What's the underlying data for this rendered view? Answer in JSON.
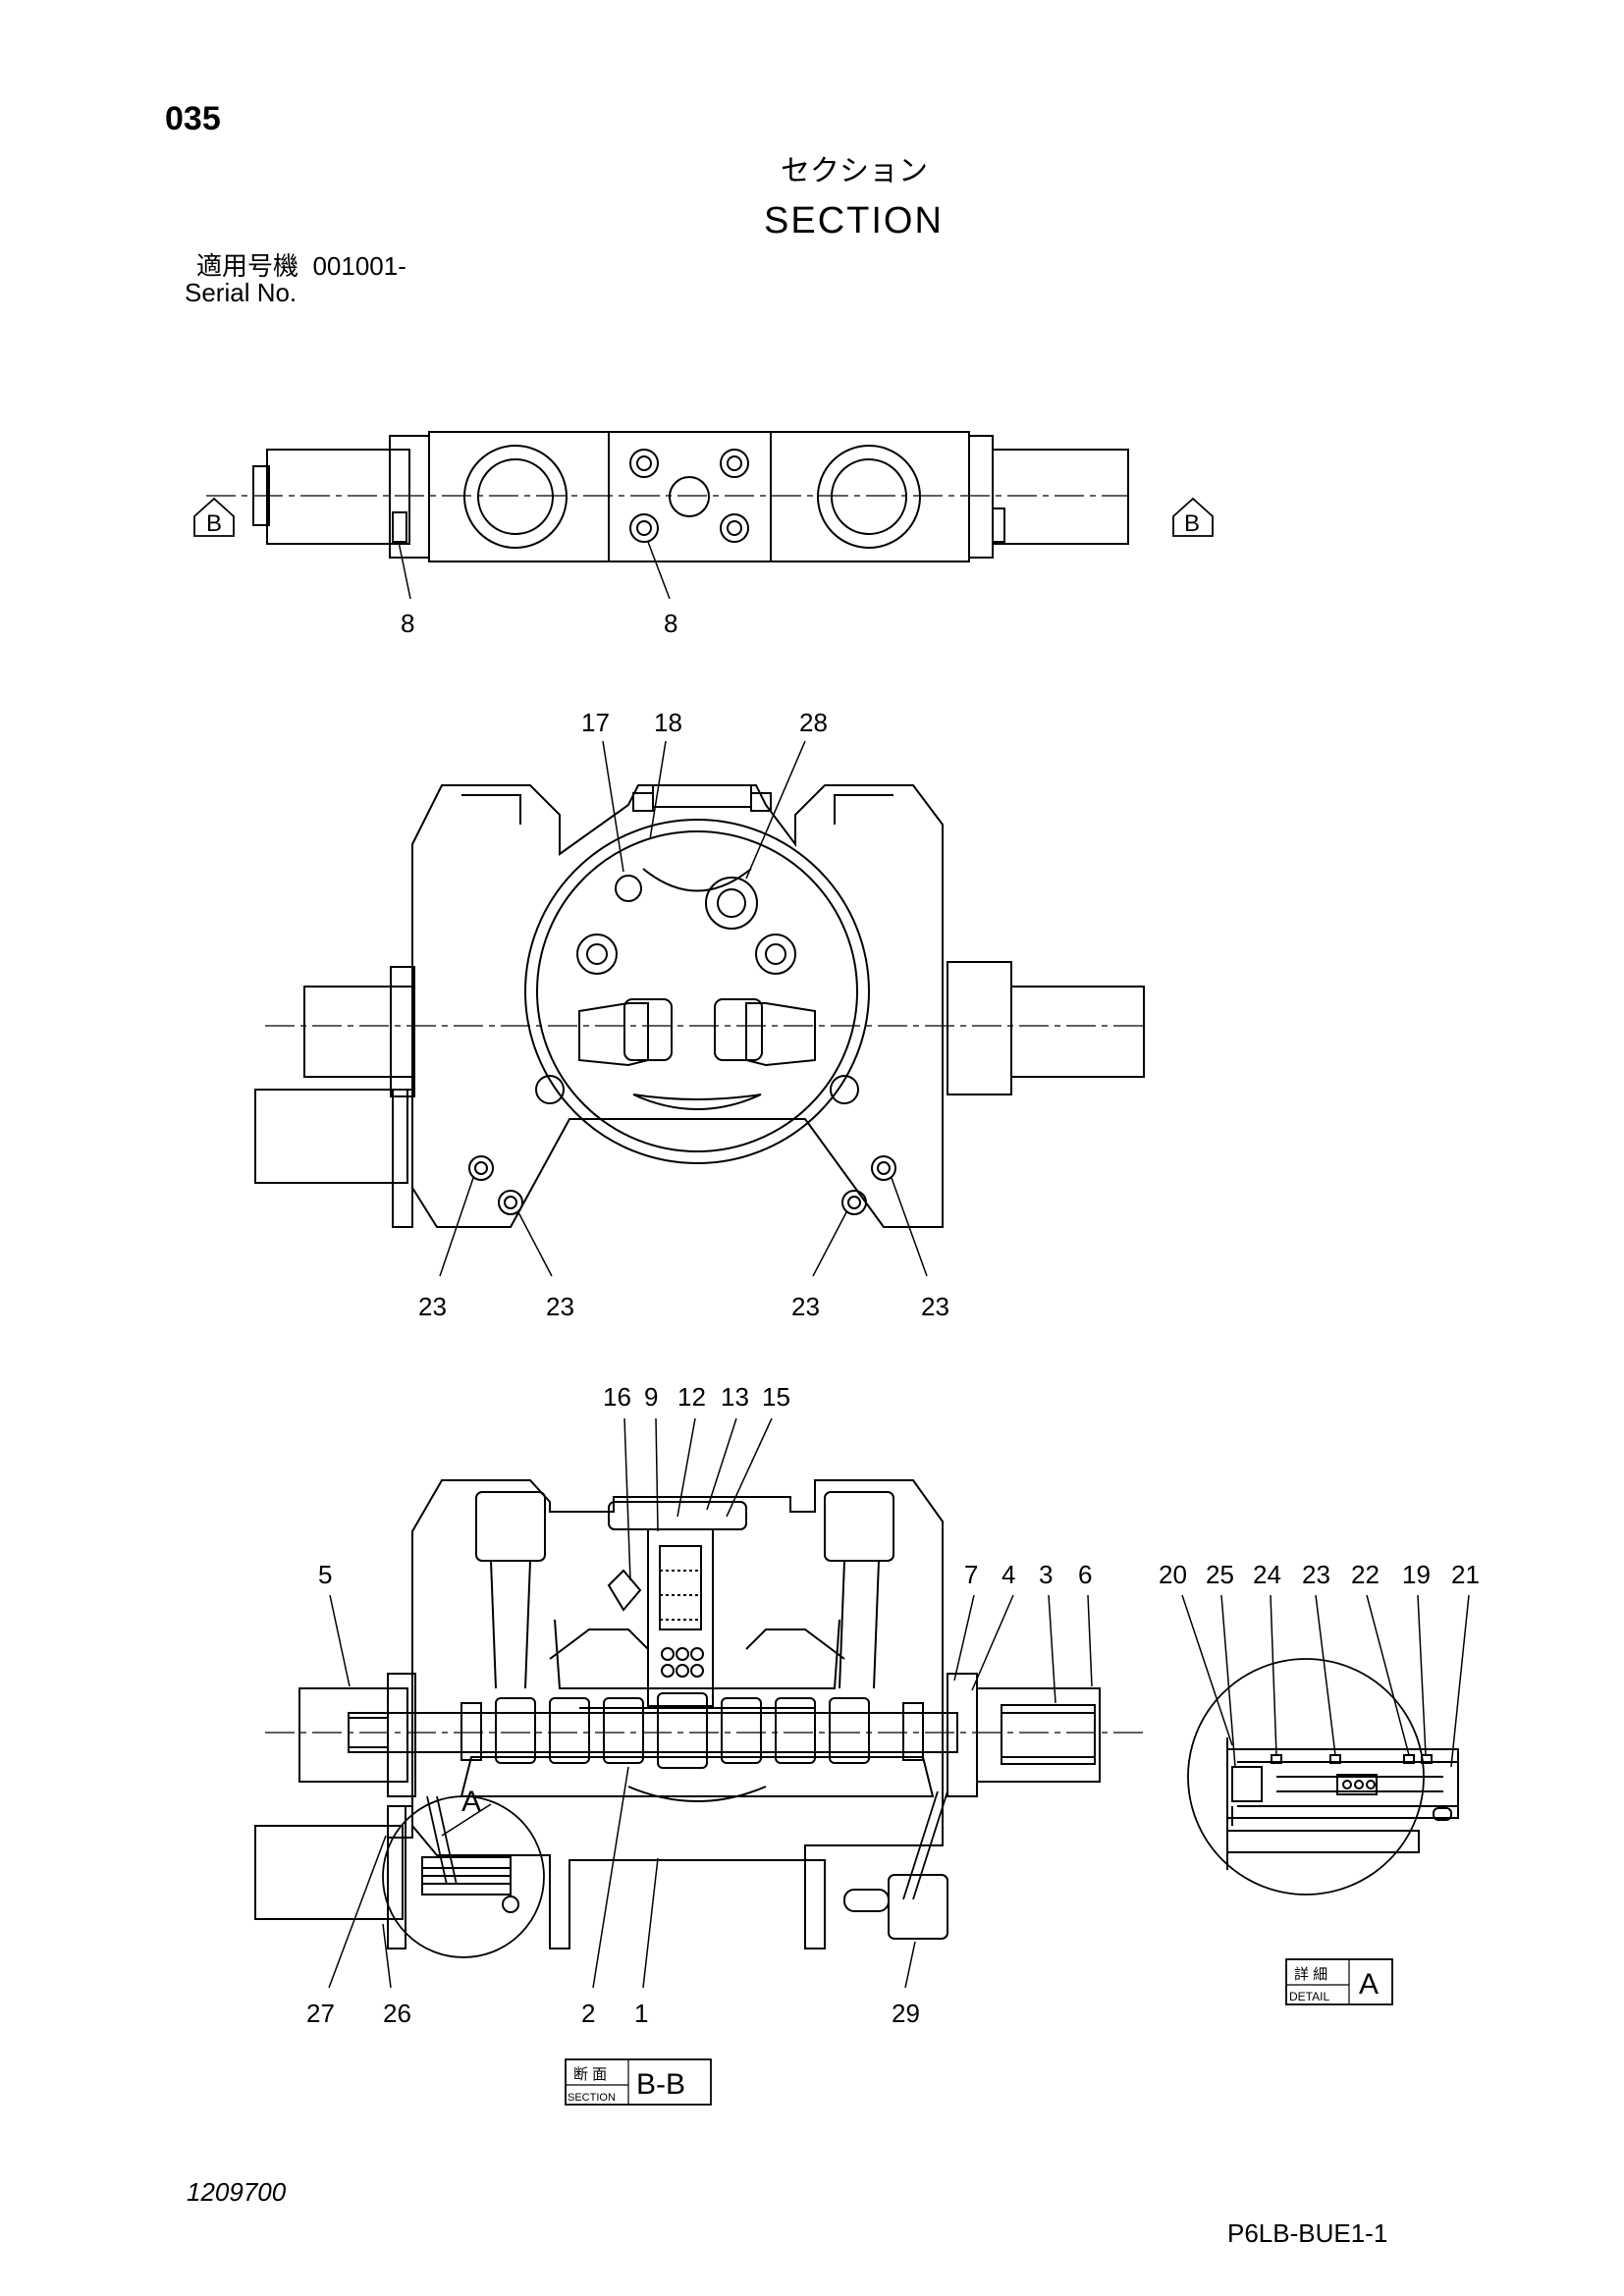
{
  "page_number": "035",
  "title_jp": "セクション",
  "title_en": "SECTION",
  "serial_label_jp": "適用号機",
  "serial_value": "001001-",
  "serial_label_en": "Serial No.",
  "drawing_number": "1209700",
  "reference_code": "P6LB-BUE1-1",
  "top_view": {
    "section_arrow_left": "B",
    "section_arrow_right": "B",
    "callouts": [
      "8",
      "8"
    ]
  },
  "front_view": {
    "callouts": [
      "17",
      "18",
      "28",
      "23",
      "23",
      "23",
      "23"
    ]
  },
  "section_view": {
    "callouts_top": [
      "16",
      "9",
      "12",
      "13",
      "15"
    ],
    "callouts_right": [
      "7",
      "4",
      "3",
      "6"
    ],
    "callout_left": "5",
    "detail_marker": "A",
    "callouts_bottom": [
      "27",
      "26",
      "2",
      "1",
      "29"
    ],
    "section_label_jp": "断 面",
    "section_label_en": "SECTION",
    "section_id": "B-B"
  },
  "detail_view": {
    "callouts": [
      "20",
      "25",
      "24",
      "23",
      "22",
      "19",
      "21"
    ],
    "detail_label_jp": "詳 細",
    "detail_label_en": "DETAIL",
    "detail_id": "A"
  }
}
